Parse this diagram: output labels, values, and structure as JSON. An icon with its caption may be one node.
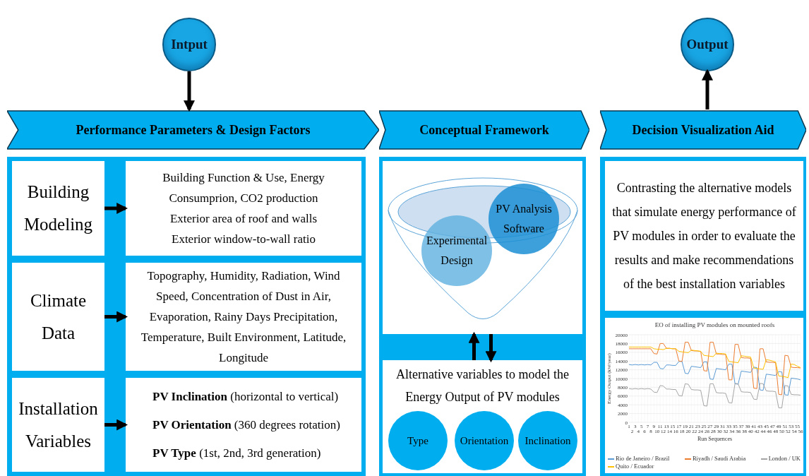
{
  "diagram": {
    "nodes": [
      {
        "text": [
          "Intput"
        ]
      },
      {
        "text": [
          "Output"
        ]
      },
      {
        "text": [
          "Performance Parameters & Design Factors"
        ]
      },
      {
        "text": [
          "Conceptual Framework"
        ]
      },
      {
        "text": [
          "Decision Visualization Aid"
        ]
      },
      {
        "text": [
          "Building Modeling"
        ]
      },
      {
        "text": [
          "Building Function & Use, Energy Consumprion, CO2 production",
          "Exterior area of roof and walls",
          "Exterior window-to-wall ratio"
        ]
      },
      {
        "text": [
          "Climate Data"
        ]
      },
      {
        "text": [
          "Topography, Humidity, Radiation, Wind Speed, Concentration of Dust in Air, Evaporation, Rainy Days Precipitation, Temperature, Built Environment, Latitude, Longitude"
        ]
      },
      {
        "text": [
          "Installation Variables"
        ]
      },
      {
        "text": [
          "**PV Inclination** (horizontal to vertical)",
          "**PV Orientation** (360 degrees rotation)",
          "**PV Type** (1st, 2nd, 3rd generation)"
        ]
      },
      {
        "text": [],
        "shape": "box"
      },
      {
        "text": [
          "Experimental Design"
        ],
        "in": 11
      },
      {
        "text": [
          "PV Analysis Software"
        ],
        "in": 11
      },
      {
        "text": [
          "Alternative variables to model the Energy Output of PV modules"
        ]
      },
      {
        "text": [
          "Type"
        ],
        "in": 14
      },
      {
        "text": [
          "Orientation"
        ],
        "in": 14
      },
      {
        "text": [
          "Inclination"
        ],
        "in": 14
      },
      {
        "text": [
          "Contrasting the alternative models that simulate energy performance of PV modules in order to evaluate the results and make recommendations of the best installation variables"
        ]
      }
    ],
    "edges": [
      {
        "from": 0,
        "to": 2,
        "arrow": "to"
      },
      {
        "from": 4,
        "to": 1,
        "arrow": "to"
      },
      {
        "from": 5,
        "to": 6,
        "arrow": "to"
      },
      {
        "from": 7,
        "to": 8,
        "arrow": "to"
      },
      {
        "from": 9,
        "to": 10,
        "arrow": "to"
      },
      {
        "from": 14,
        "to": 11,
        "arrow": "to"
      },
      {
        "from": 11,
        "to": 14,
        "arrow": "to"
      }
    ],
    "chart_data": {
      "type": "line",
      "grid": true,
      "legend": "bottom",
      "title": "EO of installing PV modules on mounted roofs",
      "xlabel": "Run Sequences",
      "ylabel": "Energy Output (kW/year)",
      "categories": [
        "1",
        "2",
        "3",
        "4",
        "5",
        "6",
        "7",
        "8",
        "9",
        "10",
        "11",
        "12",
        "13",
        "14",
        "15",
        "16",
        "17",
        "18",
        "19",
        "20",
        "21",
        "22",
        "23",
        "24",
        "25",
        "26",
        "27",
        "28",
        "29",
        "30",
        "31",
        "32",
        "33",
        "34",
        "35",
        "36",
        "37",
        "38",
        "39",
        "40",
        "41",
        "42",
        "43",
        "44",
        "45",
        "46",
        "47",
        "48",
        "49",
        "50",
        "51",
        "52",
        "53",
        "54",
        "55",
        "56"
      ],
      "ylim": [
        0,
        20000
      ],
      "yticks": [
        0,
        2000,
        4000,
        6000,
        8000,
        10000,
        12000,
        14000,
        16000,
        18000,
        20000
      ],
      "series": [
        {
          "name": "Rio de Janeiro / Brazil",
          "color": "#5b9bd5",
          "values": [
            13200,
            13100,
            13200,
            13100,
            13200,
            13100,
            13200,
            13100,
            13700,
            13700,
            12300,
            12200,
            13100,
            13100,
            13000,
            13000,
            13900,
            13900,
            11200,
            11100,
            12800,
            12700,
            12600,
            12500,
            13800,
            13800,
            9900,
            9800,
            12300,
            12200,
            12100,
            12000,
            13300,
            13300,
            8800,
            8700,
            11700,
            11600,
            11500,
            11400,
            12600,
            12500,
            7400,
            7300,
            11000,
            10900,
            10800,
            10700,
            11600,
            11500,
            6300,
            6200,
            10100,
            10000,
            9900,
            9700
          ]
        },
        {
          "name": "Riyadh / Saudi Arabia",
          "color": "#ed7d31",
          "values": [
            16800,
            16800,
            16800,
            16800,
            16800,
            16800,
            16800,
            16800,
            15700,
            15600,
            18000,
            18000,
            16900,
            16900,
            16800,
            16800,
            14000,
            13900,
            18300,
            18300,
            16400,
            16300,
            16300,
            16200,
            11800,
            11700,
            18300,
            18300,
            15600,
            15600,
            15500,
            15500,
            9700,
            9700,
            17800,
            17800,
            14800,
            14700,
            14700,
            14600,
            7800,
            7700,
            16800,
            16800,
            13800,
            13700,
            13700,
            13600,
            6400,
            6300,
            15300,
            15200,
            12600,
            12500,
            12500,
            12400
          ]
        },
        {
          "name": "London / UK",
          "color": "#a5a5a5",
          "values": [
            7700,
            7600,
            7700,
            7600,
            7700,
            7600,
            7700,
            7600,
            6900,
            6800,
            8400,
            8300,
            7600,
            7600,
            7500,
            7500,
            6100,
            6000,
            8800,
            8700,
            7500,
            7400,
            7400,
            7300,
            3800,
            3700,
            8800,
            8800,
            6800,
            6700,
            6700,
            6600,
            4500,
            4400,
            8900,
            8800,
            7000,
            6900,
            6900,
            6800,
            5300,
            5200,
            8900,
            8800,
            7200,
            7100,
            7100,
            7000,
            3300,
            3300,
            8400,
            8300,
            6400,
            6300,
            6300,
            6200
          ]
        },
        {
          "name": "Quito / Ecuador",
          "color": "#ffc000",
          "values": [
            17200,
            17200,
            17200,
            17200,
            17200,
            17200,
            17200,
            17200,
            16800,
            16700,
            16700,
            16600,
            16900,
            16900,
            16800,
            16800,
            16200,
            16100,
            16000,
            15900,
            16500,
            16400,
            16300,
            16200,
            15300,
            15200,
            15100,
            15000,
            15800,
            15700,
            15700,
            15600,
            13900,
            13800,
            13700,
            13600,
            15200,
            15100,
            15000,
            14900,
            12400,
            12300,
            12200,
            12100,
            14300,
            14200,
            14000,
            13800,
            10600,
            10500,
            10400,
            10200,
            13300,
            13200,
            12800,
            12500
          ]
        }
      ]
    }
  }
}
